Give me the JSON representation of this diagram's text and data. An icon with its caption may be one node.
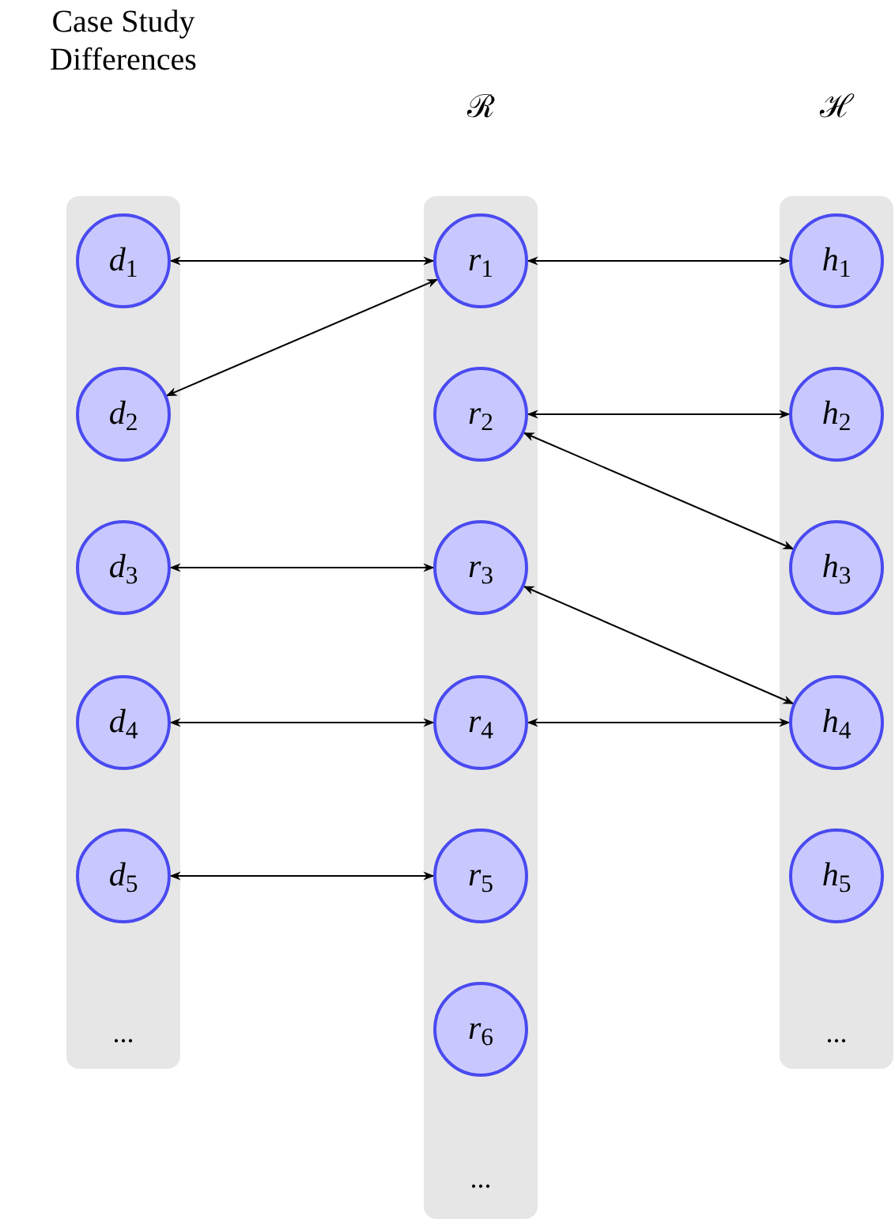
{
  "diagram": {
    "nodes": [
      {
        "text": [
          "Case Study Differences",
          "..."
        ]
      },
      {
        "text": [
          "ℛ",
          "..."
        ]
      },
      {
        "text": [
          "ℋ",
          "..."
        ]
      },
      {
        "text": [
          "*d*$_{1}$"
        ],
        "in": 0
      },
      {
        "text": [
          "*d*$_{2}$"
        ],
        "in": 0
      },
      {
        "text": [
          "*d*$_{3}$"
        ],
        "in": 0
      },
      {
        "text": [
          "*d*$_{4}$"
        ],
        "in": 0
      },
      {
        "text": [
          "*d*$_{5}$"
        ],
        "in": 0
      },
      {
        "text": [
          "*r*$_{1}$"
        ],
        "in": 1
      },
      {
        "text": [
          "*r*$_{2}$"
        ],
        "in": 1
      },
      {
        "text": [
          "*r*$_{3}$"
        ],
        "in": 1
      },
      {
        "text": [
          "*r*$_{4}$"
        ],
        "in": 1
      },
      {
        "text": [
          "*r*$_{5}$"
        ],
        "in": 1
      },
      {
        "text": [
          "*r*$_{6}$"
        ],
        "in": 1
      },
      {
        "text": [
          "*h*$_{1}$"
        ],
        "in": 2
      },
      {
        "text": [
          "*h*$_{2}$"
        ],
        "in": 2
      },
      {
        "text": [
          "*h*$_{3}$"
        ],
        "in": 2
      },
      {
        "text": [
          "*h*$_{4}$"
        ],
        "in": 2
      },
      {
        "text": [
          "*h*$_{5}$"
        ],
        "in": 2
      }
    ],
    "edges": [
      {
        "from": 3,
        "to": 8,
        "arrow": "both"
      },
      {
        "from": 4,
        "to": 8,
        "arrow": "both"
      },
      {
        "from": 5,
        "to": 10,
        "arrow": "both"
      },
      {
        "from": 6,
        "to": 11,
        "arrow": "both"
      },
      {
        "from": 7,
        "to": 12,
        "arrow": "both"
      },
      {
        "from": 8,
        "to": 14,
        "arrow": "both"
      },
      {
        "from": 9,
        "to": 15,
        "arrow": "both"
      },
      {
        "from": 9,
        "to": 16,
        "arrow": "both"
      },
      {
        "from": 10,
        "to": 17,
        "arrow": "both"
      },
      {
        "from": 11,
        "to": 17,
        "arrow": "both"
      }
    ]
  }
}
